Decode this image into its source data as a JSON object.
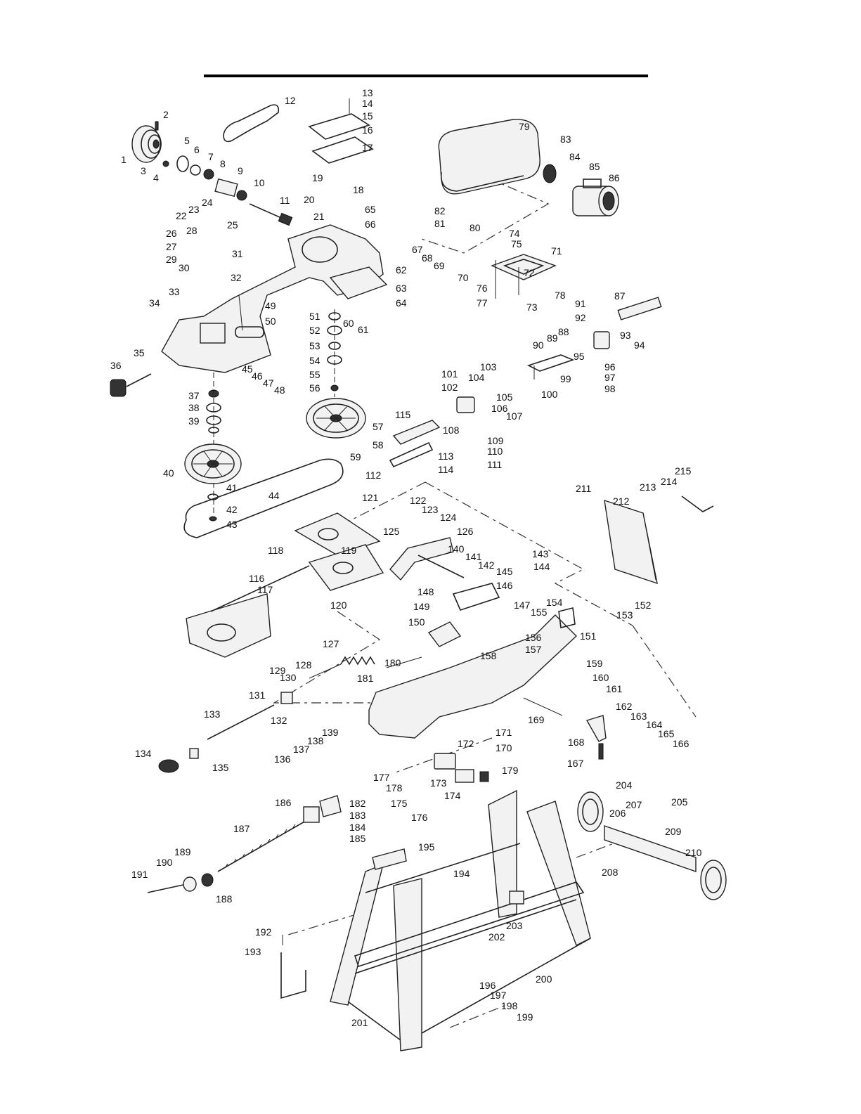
{
  "diagram": {
    "callouts": [
      "1",
      "2",
      "3",
      "4",
      "5",
      "6",
      "7",
      "8",
      "9",
      "10",
      "11",
      "12",
      "13",
      "14",
      "15",
      "16",
      "17",
      "18",
      "19",
      "20",
      "21",
      "22",
      "23",
      "24",
      "25",
      "26",
      "27",
      "28",
      "29",
      "30",
      "31",
      "32",
      "33",
      "34",
      "35",
      "36",
      "37",
      "38",
      "39",
      "40",
      "41",
      "42",
      "43",
      "44",
      "45",
      "46",
      "47",
      "48",
      "49",
      "50",
      "51",
      "52",
      "53",
      "54",
      "55",
      "56",
      "57",
      "58",
      "59",
      "60",
      "61",
      "62",
      "63",
      "64",
      "65",
      "66",
      "67",
      "68",
      "69",
      "70",
      "71",
      "72",
      "73",
      "74",
      "75",
      "76",
      "77",
      "78",
      "79",
      "80",
      "81",
      "82",
      "83",
      "84",
      "85",
      "86",
      "87",
      "88",
      "89",
      "90",
      "91",
      "92",
      "93",
      "94",
      "95",
      "96",
      "97",
      "98",
      "99",
      "100",
      "101",
      "102",
      "103",
      "104",
      "105",
      "106",
      "107",
      "108",
      "109",
      "110",
      "111",
      "112",
      "113",
      "114",
      "115",
      "116",
      "117",
      "118",
      "119",
      "120",
      "121",
      "122",
      "123",
      "124",
      "125",
      "126",
      "127",
      "128",
      "129",
      "130",
      "131",
      "132",
      "133",
      "134",
      "135",
      "136",
      "137",
      "138",
      "139",
      "140",
      "141",
      "142",
      "143",
      "144",
      "145",
      "146",
      "147",
      "148",
      "149",
      "150",
      "151",
      "152",
      "153",
      "154",
      "155",
      "156",
      "157",
      "158",
      "159",
      "160",
      "161",
      "162",
      "163",
      "164",
      "165",
      "166",
      "167",
      "168",
      "169",
      "170",
      "171",
      "172",
      "173",
      "174",
      "175",
      "176",
      "177",
      "178",
      "179",
      "180",
      "181",
      "182",
      "183",
      "184",
      "185",
      "186",
      "187",
      "188",
      "189",
      "190",
      "191",
      "192",
      "193",
      "194",
      "195",
      "196",
      "197",
      "198",
      "199",
      "200",
      "201",
      "202",
      "203",
      "204",
      "205",
      "206",
      "207",
      "208",
      "209",
      "210",
      "211",
      "212",
      "213",
      "214",
      "215"
    ]
  }
}
